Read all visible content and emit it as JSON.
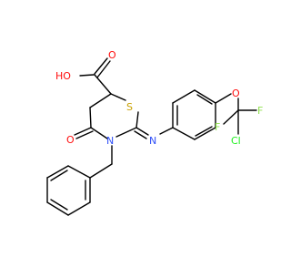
{
  "molecule": {
    "atom_labels": {
      "hydroxyl": "HO",
      "carbonyl_oxygen_acid": "O",
      "sulfur": "S",
      "ring_nitrogen": "N",
      "ketone_oxygen": "O",
      "imine_nitrogen": "N",
      "ether_oxygen": "O",
      "fluorine_top": "F",
      "chlorine": "Cl",
      "fluorine_bottom": "F"
    },
    "colors": {
      "bond": "#000000",
      "oxygen": "#ff0d0d",
      "sulfur": "#c8a000",
      "nitrogen": "#3050f8",
      "fluorine": "#90e050",
      "chlorine": "#1ff01f"
    }
  }
}
